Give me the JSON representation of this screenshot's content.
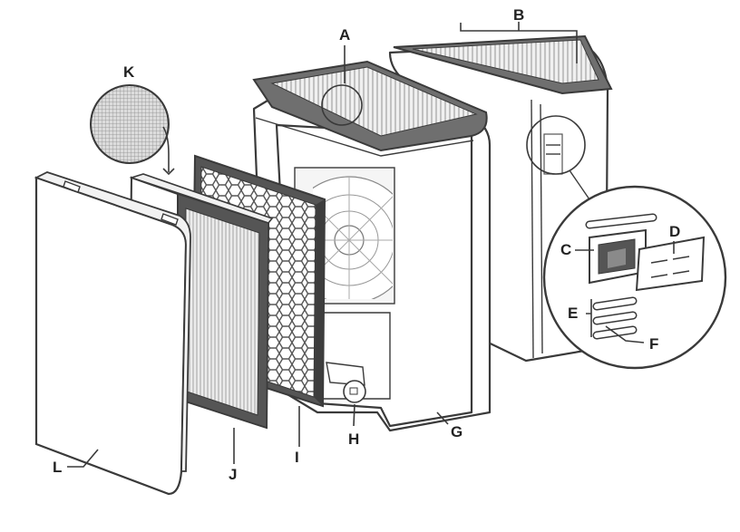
{
  "diagram": {
    "title": "",
    "labels": {
      "a": "A",
      "b": "B",
      "c": "C",
      "d": "D",
      "e": "E",
      "f": "F",
      "g": "G",
      "h": "H",
      "i": "I",
      "j": "J",
      "k": "K",
      "l": "L"
    }
  },
  "colors": {
    "stroke": "#3a3a3a",
    "top_panel": "#6f6f6f",
    "carbon_frame": "#555555",
    "filter_fill": "#e8e8e8",
    "background": "#ffffff"
  }
}
